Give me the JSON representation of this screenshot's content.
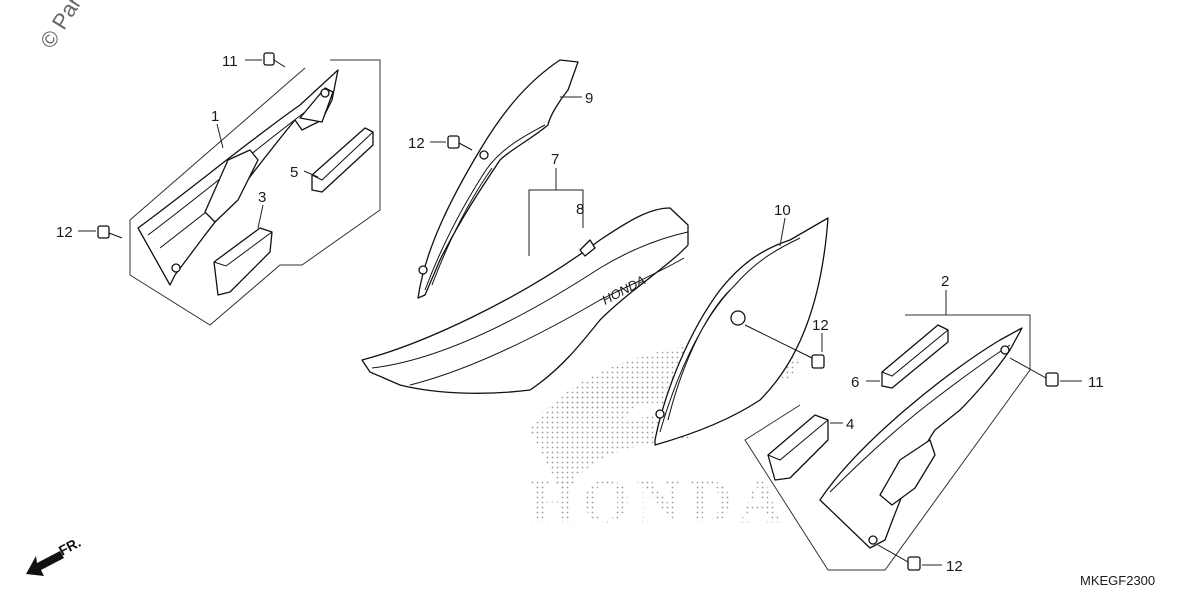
{
  "copyright": "© Par",
  "watermark": "HONDA",
  "seat_logo": "HONDA",
  "diagram_code": "MKEGF2300",
  "front_indicator": "FR.",
  "callouts": {
    "c1": "1",
    "c2": "2",
    "c3": "3",
    "c4": "4",
    "c5": "5",
    "c6": "6",
    "c7": "7",
    "c8": "8",
    "c9": "9",
    "c10": "10",
    "c11a": "11",
    "c11b": "11",
    "c12a": "12",
    "c12b": "12",
    "c12c": "12",
    "c12d": "12"
  }
}
